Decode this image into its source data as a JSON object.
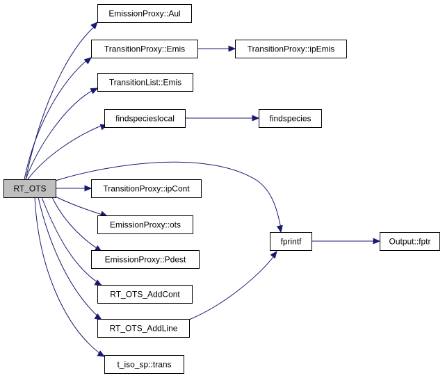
{
  "graph": {
    "root": "RT_OTS",
    "nodes": [
      {
        "id": "root",
        "label": "RT_OTS",
        "highlight": true
      },
      {
        "id": "aul",
        "label": "EmissionProxy::Aul"
      },
      {
        "id": "tp_emis",
        "label": "TransitionProxy::Emis"
      },
      {
        "id": "tp_ipemis",
        "label": "TransitionProxy::ipEmis"
      },
      {
        "id": "tl_emis",
        "label": "TransitionList::Emis"
      },
      {
        "id": "findspecieslocal",
        "label": "findspecieslocal"
      },
      {
        "id": "findspecies",
        "label": "findspecies"
      },
      {
        "id": "tp_ipcont",
        "label": "TransitionProxy::ipCont"
      },
      {
        "id": "ots",
        "label": "EmissionProxy::ots"
      },
      {
        "id": "pdest",
        "label": "EmissionProxy::Pdest"
      },
      {
        "id": "addcont",
        "label": "RT_OTS_AddCont"
      },
      {
        "id": "addline",
        "label": "RT_OTS_AddLine"
      },
      {
        "id": "trans",
        "label": "t_iso_sp::trans"
      },
      {
        "id": "fprintf",
        "label": "fprintf"
      },
      {
        "id": "fptr",
        "label": "Output::fptr"
      }
    ],
    "edges": [
      {
        "from": "root",
        "to": "aul"
      },
      {
        "from": "root",
        "to": "tp_emis"
      },
      {
        "from": "tp_emis",
        "to": "tp_ipemis"
      },
      {
        "from": "root",
        "to": "tl_emis"
      },
      {
        "from": "root",
        "to": "findspecieslocal"
      },
      {
        "from": "findspecieslocal",
        "to": "findspecies"
      },
      {
        "from": "root",
        "to": "fprintf"
      },
      {
        "from": "root",
        "to": "tp_ipcont"
      },
      {
        "from": "root",
        "to": "ots"
      },
      {
        "from": "root",
        "to": "pdest"
      },
      {
        "from": "root",
        "to": "addcont"
      },
      {
        "from": "root",
        "to": "addline"
      },
      {
        "from": "root",
        "to": "trans"
      },
      {
        "from": "addline",
        "to": "fprintf"
      },
      {
        "from": "fprintf",
        "to": "fptr"
      }
    ],
    "colors": {
      "edge": "#191970",
      "root_fill": "#bfbfbf",
      "node_fill": "#ffffff",
      "border": "#000000"
    }
  }
}
